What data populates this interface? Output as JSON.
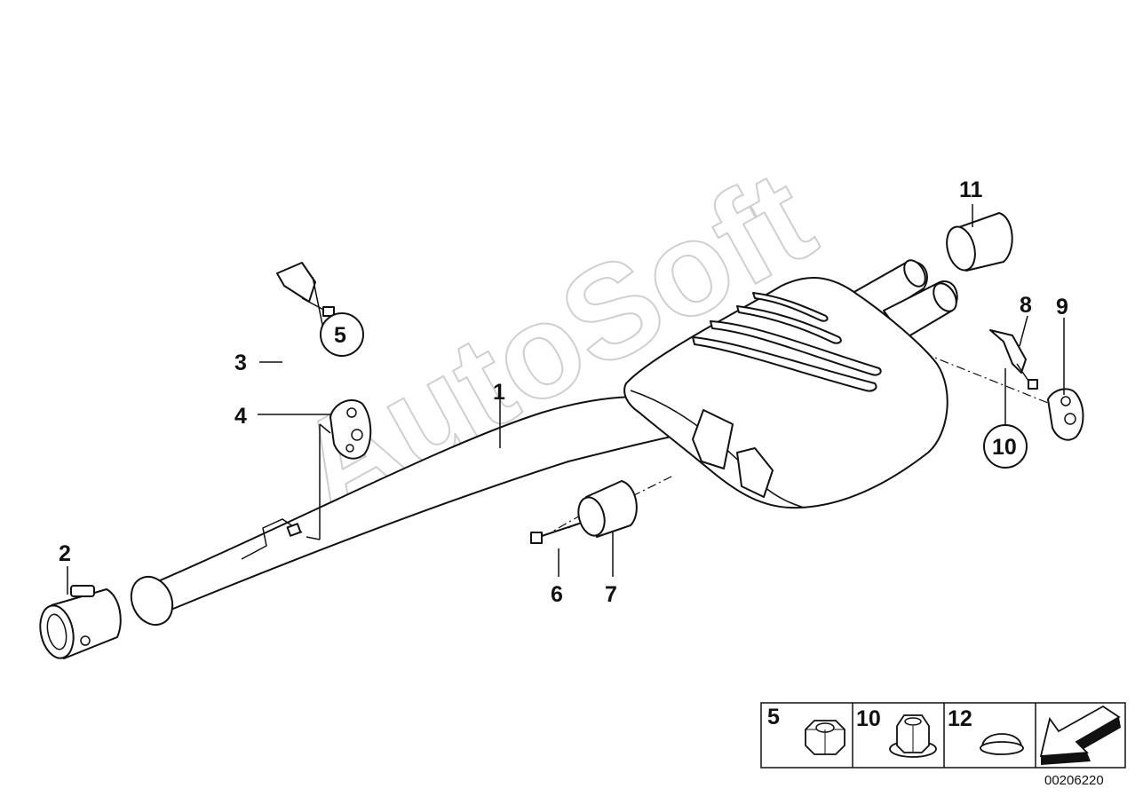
{
  "diagram": {
    "watermark": "AutoSoft",
    "document_id": "00206220",
    "callouts": [
      {
        "id": "1",
        "label": "1",
        "part": "rear-silencer-with-pipe"
      },
      {
        "id": "2",
        "label": "2",
        "part": "pipe-clamp"
      },
      {
        "id": "3",
        "label": "3",
        "part": "hanger-bracket"
      },
      {
        "id": "4",
        "label": "4",
        "part": "rubber-mount"
      },
      {
        "id": "5",
        "label": "5",
        "part": "hex-nut",
        "circled": true
      },
      {
        "id": "6",
        "label": "6",
        "part": "bolt"
      },
      {
        "id": "7",
        "label": "7",
        "part": "pipe-sleeve"
      },
      {
        "id": "8",
        "label": "8",
        "part": "holder-bracket"
      },
      {
        "id": "9",
        "label": "9",
        "part": "rubber-mount-rear"
      },
      {
        "id": "10",
        "label": "10",
        "part": "collar-nut",
        "circled": true
      },
      {
        "id": "11",
        "label": "11",
        "part": "tail-pipe-trim"
      }
    ],
    "legend": [
      {
        "label": "5",
        "icon": "hex-nut-icon"
      },
      {
        "label": "10",
        "icon": "collar-nut-icon"
      },
      {
        "label": "12",
        "icon": "plug-cap-icon"
      },
      {
        "label": "",
        "icon": "direction-arrow-icon"
      }
    ]
  }
}
